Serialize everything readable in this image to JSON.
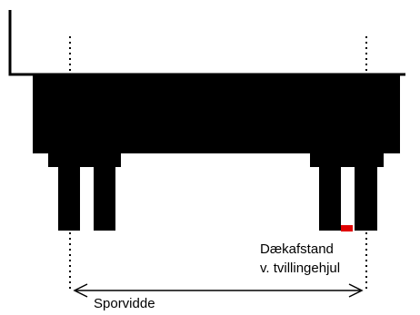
{
  "labels": {
    "tyre_spacing_line1": "Dækafstand",
    "tyre_spacing_line2": "v. tvillingehjul",
    "track_width": "Sporvidde"
  },
  "colors": {
    "body": "#000000",
    "gap": "#ffffff",
    "marker": "#e00000",
    "guide": "#000000"
  }
}
